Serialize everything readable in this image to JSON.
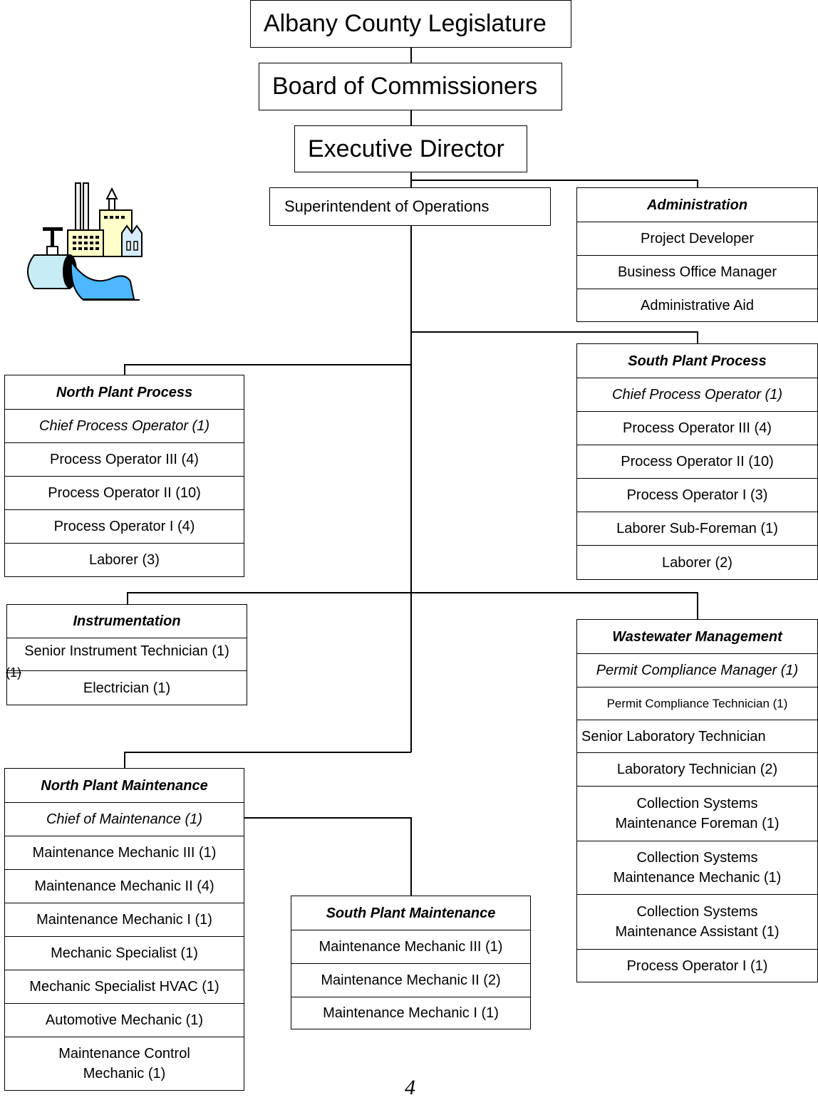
{
  "top": {
    "legislature": "Albany County Legislature",
    "board": "Board of Commissioners",
    "executive": "Executive Director",
    "superintendent": "Superintendent of Operations"
  },
  "administration": {
    "header": "Administration",
    "items": [
      "Project Developer",
      "Business Office Manager",
      "Administrative Aid"
    ]
  },
  "north_process": {
    "header": "North Plant Process",
    "items": [
      "Chief Process Operator (1)",
      "Process Operator III (4)",
      "Process Operator II (10)",
      "Process Operator I (4)",
      "Laborer (3)"
    ]
  },
  "south_process": {
    "header": "South Plant Process",
    "items": [
      "Chief Process Operator (1)",
      "Process Operator III (4)",
      "Process Operator II (10)",
      "Process Operator I (3)",
      "Laborer Sub-Foreman (1)",
      "Laborer (2)"
    ]
  },
  "instrumentation": {
    "header": "Instrumentation",
    "items": [
      "Senior Instrument Technician (1)",
      "Electrician (1)"
    ],
    "strike_note": "(1)"
  },
  "wastewater": {
    "header": "Wastewater Management",
    "items": [
      "Permit Compliance Manager (1)",
      "Permit Compliance Technician (1)",
      "Senior Laboratory Technician",
      "Laboratory Technician (2)",
      "Collection Systems Maintenance Foreman (1)",
      "Collection Systems Maintenance Mechanic (1)",
      "Collection Systems Maintenance Assistant (1)",
      "Process Operator I (1)"
    ]
  },
  "north_maintenance": {
    "header": "North Plant Maintenance",
    "items": [
      "Chief of Maintenance (1)",
      "Maintenance Mechanic III (1)",
      "Maintenance Mechanic II (4)",
      "Maintenance Mechanic I (1)",
      "Mechanic Specialist (1)",
      "Mechanic Specialist HVAC (1)",
      "Automotive Mechanic (1)",
      "Maintenance Control Mechanic (1)"
    ]
  },
  "south_maintenance": {
    "header": "South Plant Maintenance",
    "items": [
      "Maintenance Mechanic III (1)",
      "Maintenance Mechanic II (2)",
      "Maintenance Mechanic I (1)"
    ]
  },
  "page_number": "4",
  "icon": "treatment-plant-icon"
}
